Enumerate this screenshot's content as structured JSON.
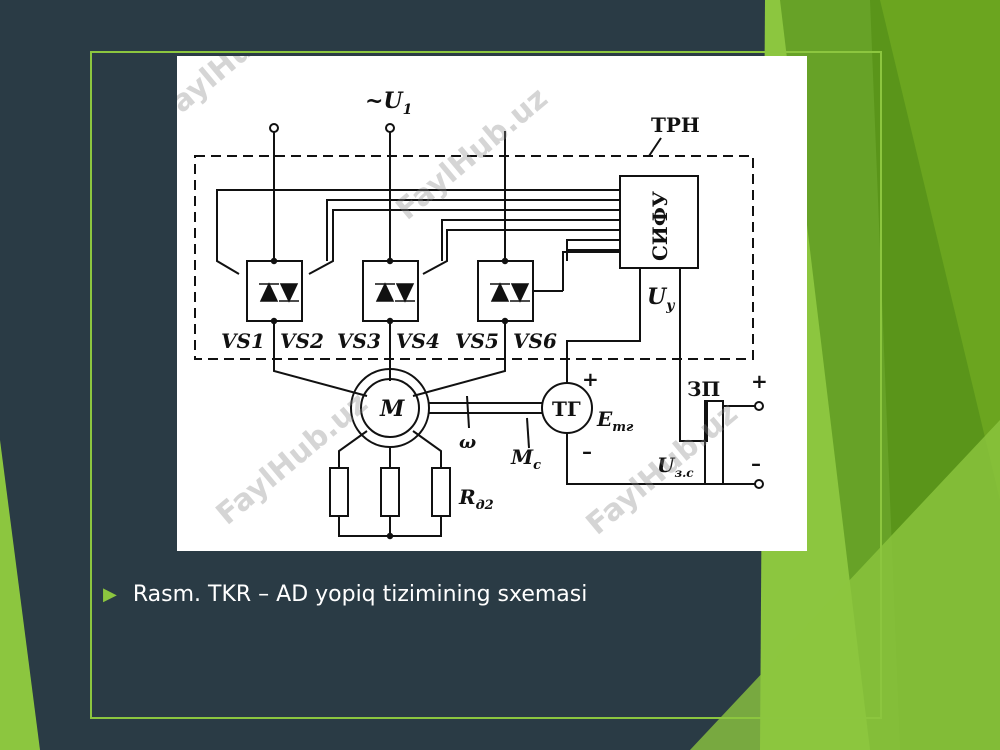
{
  "colors": {
    "background": "#2a3b45",
    "accent": "#8cc63f",
    "caption_text": "#ffffff"
  },
  "caption": {
    "text": "Rasm. TKR – AD yopiq tizimining sxemasi",
    "bullet_icon": "triangle-right-icon"
  },
  "diagram": {
    "supply_label": "~U",
    "supply_sub": "1",
    "trn_label": "TPH",
    "sifu_label": "СИФУ",
    "uy_label": "U",
    "uy_sub": "y",
    "thyristors": [
      "VS1",
      "VS2",
      "VS3",
      "VS4",
      "VS5",
      "VS6"
    ],
    "motor_label": "M",
    "omega_label": "ω",
    "mc_label": "M",
    "mc_sub": "c",
    "tg_label": "TГ",
    "etg_label": "E",
    "etg_sub": "тг",
    "plus": "+",
    "minus": "–",
    "zp_label": "ЗП",
    "uzs_label": "U",
    "uzs_sub": "з.с",
    "rd2_label": "R",
    "rd2_sub": "д2",
    "watermark": "FaylHub.uz"
  }
}
